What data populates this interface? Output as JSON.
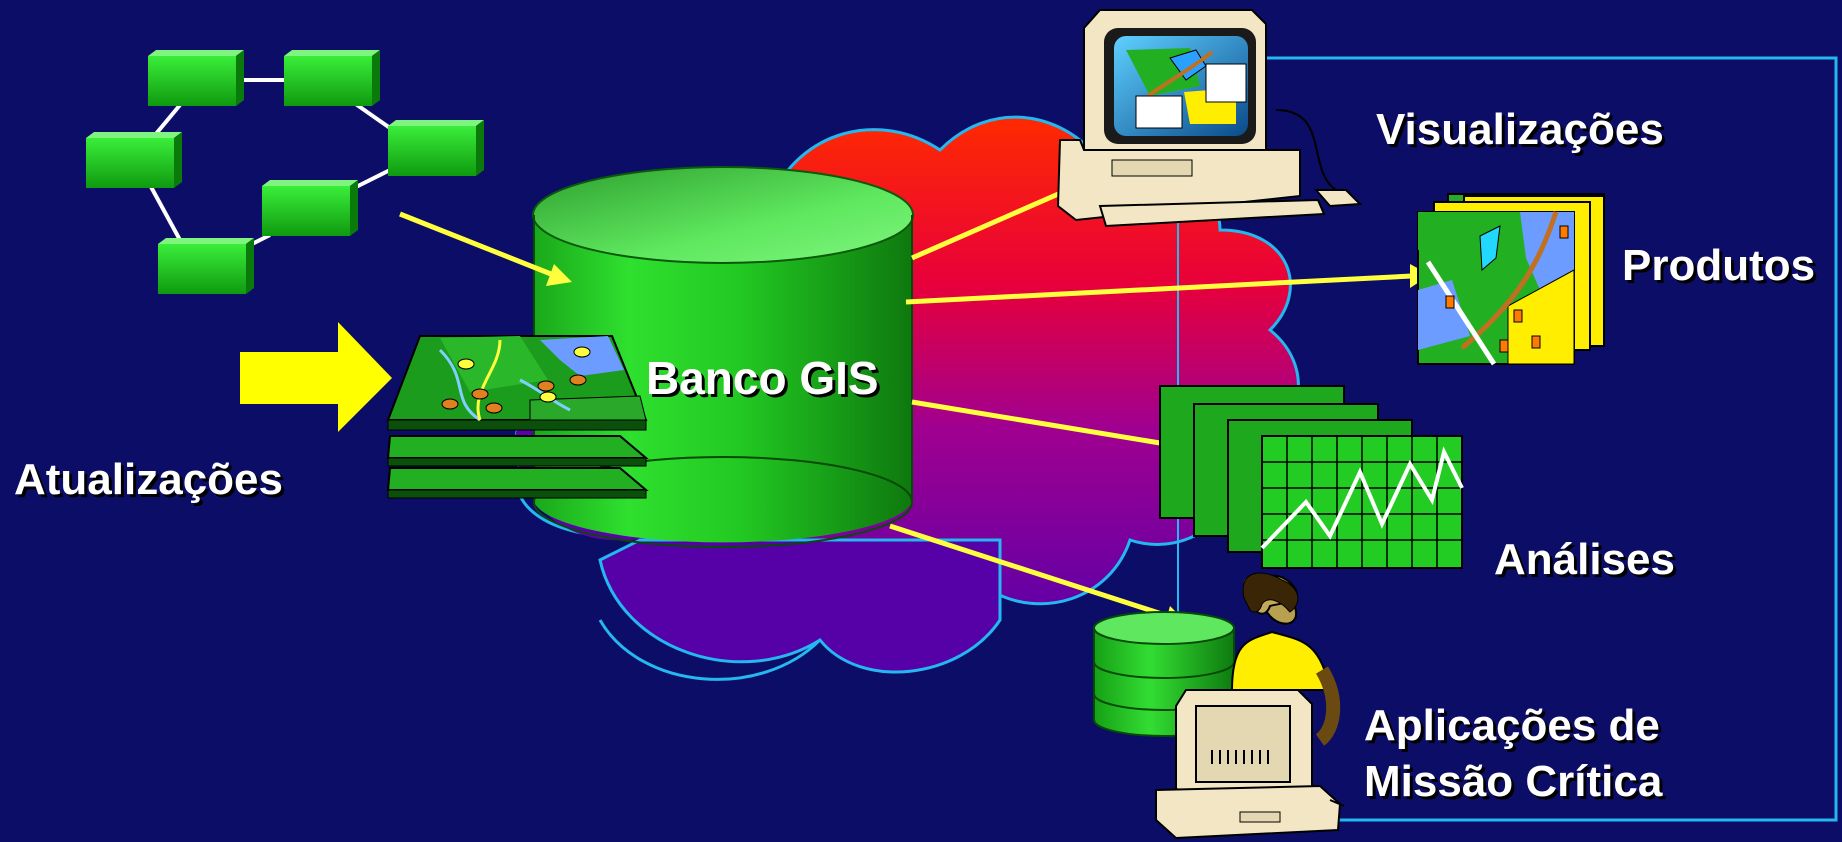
{
  "diagram": {
    "center_label": "Banco GIS",
    "updates_label": "Atualizações",
    "outputs": {
      "visualizations": "Visualizações",
      "products": "Produtos",
      "analyses": "Análises",
      "mission_critical_line1": "Aplicações de",
      "mission_critical_line2": "Missão Crítica"
    }
  },
  "colors": {
    "background": "#0c0d66",
    "arrow_yellow": "#ffff40",
    "database_green": "#22cc22",
    "label_text": "#ffffff"
  }
}
